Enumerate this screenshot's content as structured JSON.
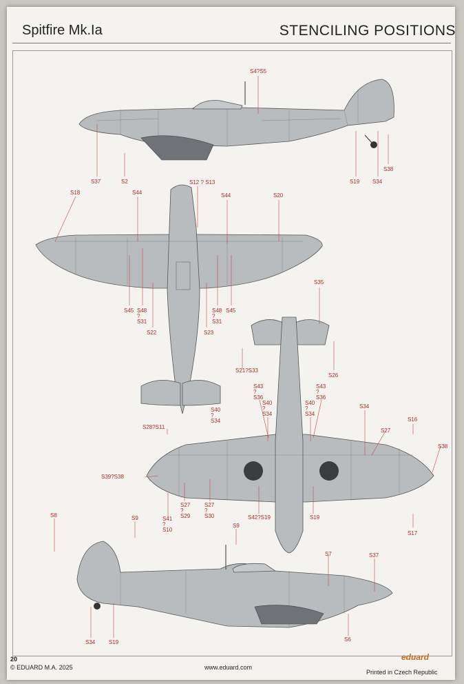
{
  "header": {
    "title": "Spitfire Mk.Ia",
    "section": "STENCILING POSITIONS"
  },
  "callouts": {
    "side_top": [
      "S4?S5",
      "S37",
      "S2",
      "S19",
      "S34",
      "S38"
    ],
    "top_view": [
      "S18",
      "S44",
      "S12 ? S13",
      "S44",
      "S20",
      "S45",
      "S48\n?\nS31",
      "S22",
      "S48\n?\nS31",
      "S45",
      "S23"
    ],
    "bottom_view": [
      "S35",
      "S26",
      "S21?S33",
      "S43\n?\nS36",
      "S43\n?\nS36",
      "S40\n?\nS34",
      "S40\n?\nS34",
      "S40\n?\nS34",
      "S34",
      "S16",
      "S27",
      "S38",
      "S28?S11",
      "S39?S38",
      "S27\n?\nS29",
      "S27\n?\nS30",
      "S41\n?\nS10",
      "S42?S19",
      "S19",
      "S17"
    ],
    "side_bottom": [
      "S8",
      "S9",
      "S9",
      "S7",
      "S37",
      "S34",
      "S19",
      "S6"
    ]
  },
  "footer": {
    "page_number": "20",
    "copyright": "© EDUARD M.A. 2025",
    "website": "www.eduard.com",
    "brand": "eduard",
    "printed": "Printed in Czech Republic"
  }
}
